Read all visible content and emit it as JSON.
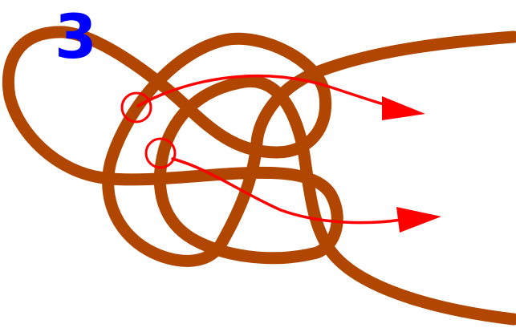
{
  "step_label": "3",
  "colors": {
    "rope": "#b04600",
    "arrows": "#ff0000",
    "step_label": "#0000ff",
    "background": "#ffffff"
  },
  "icons": {
    "rope": "knot-rope",
    "arrow": "right-arrow",
    "marker": "circle-marker"
  }
}
